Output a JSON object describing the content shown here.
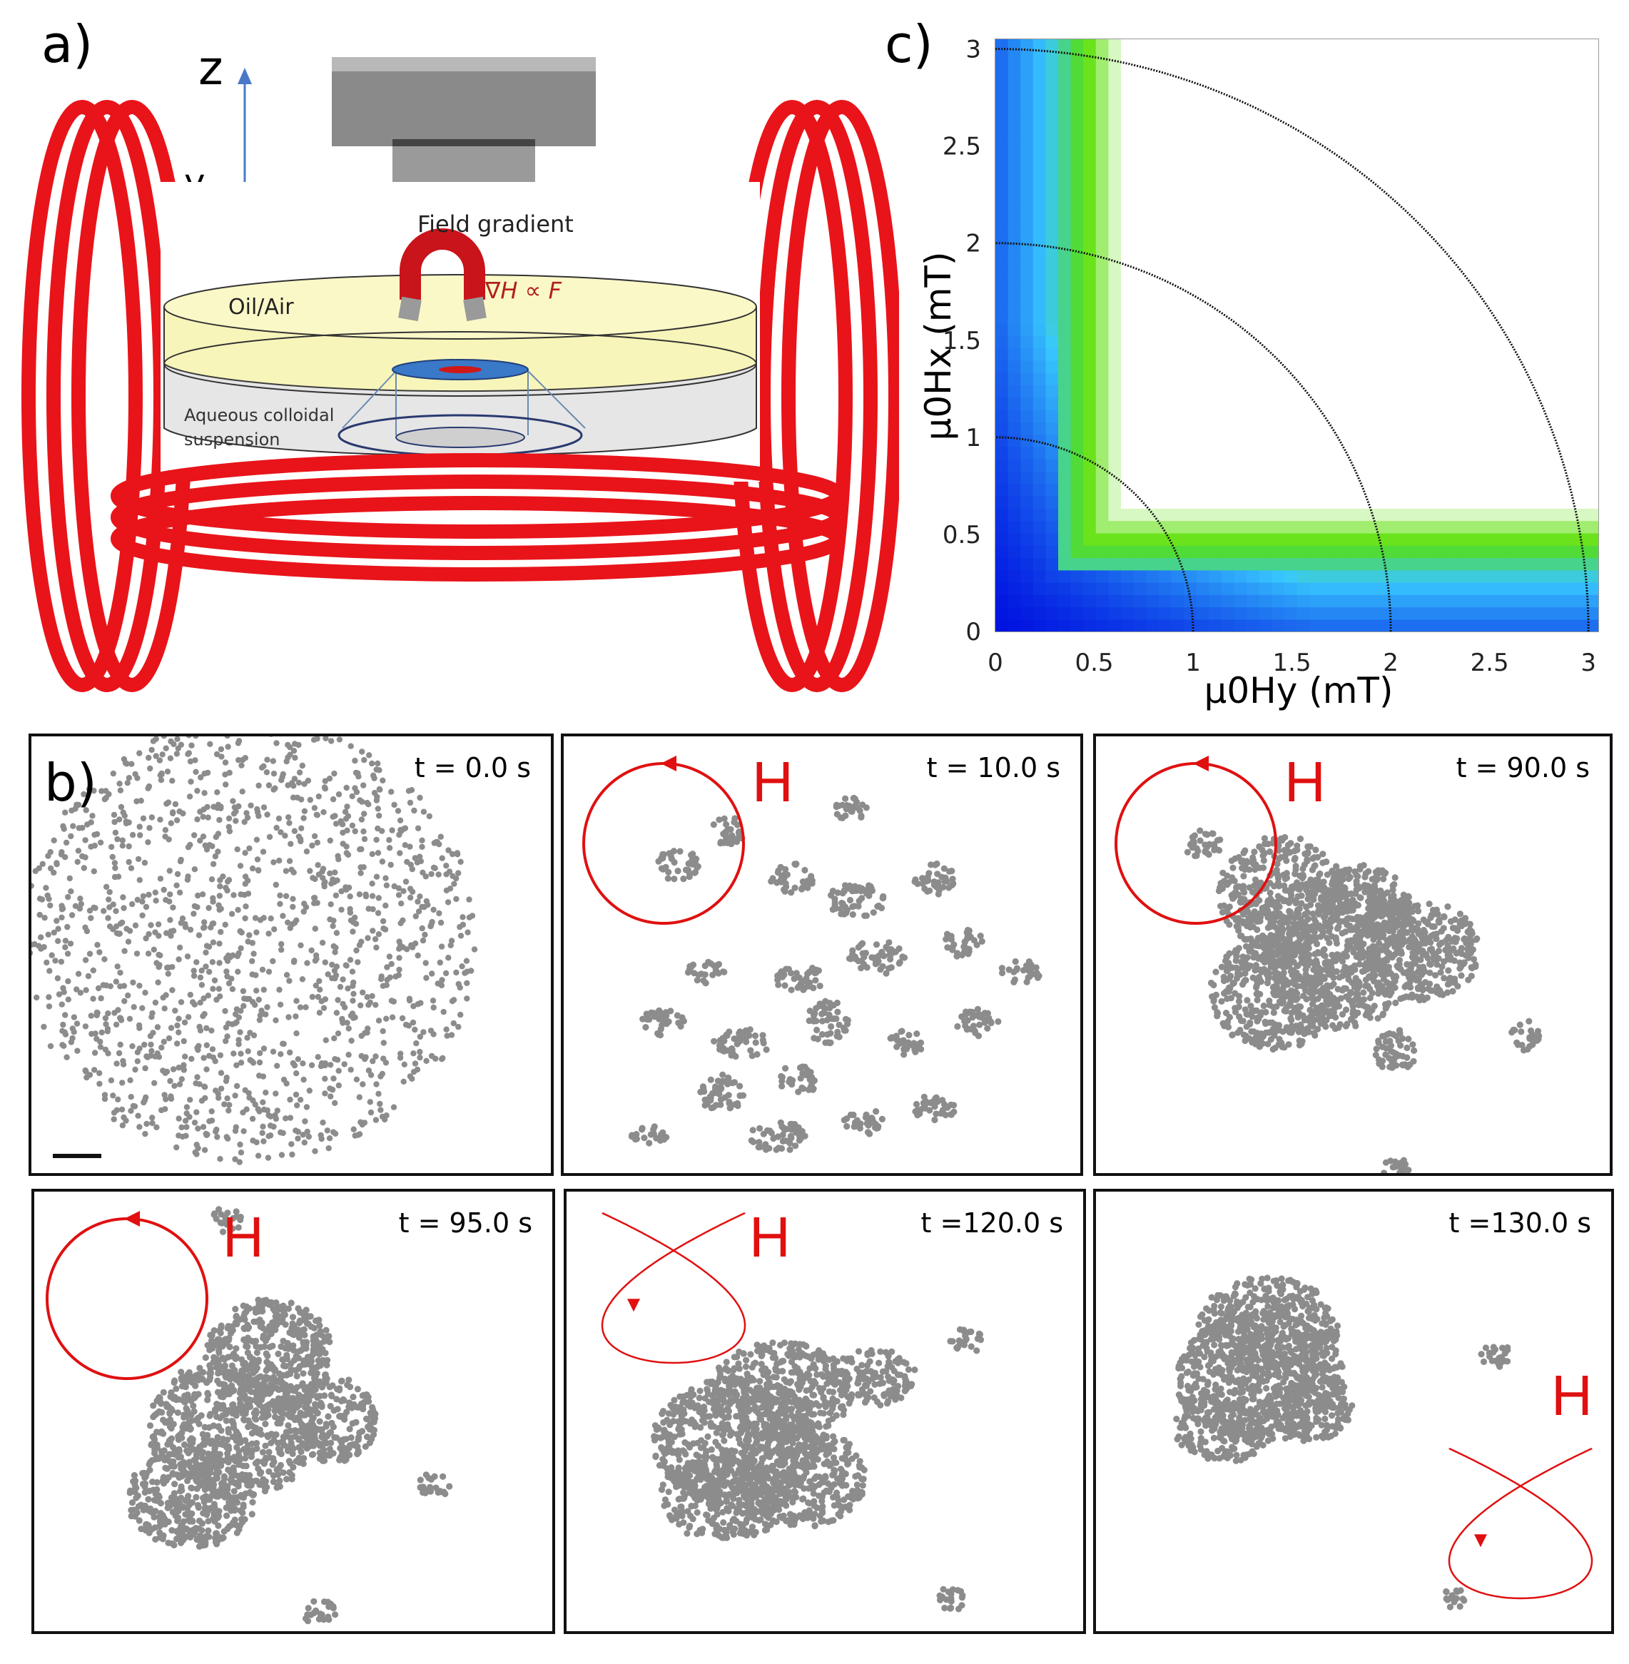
{
  "panel_a": {
    "label": "a)",
    "axis_z": "z",
    "axis_y": "y",
    "magnet_label": "Field gradient",
    "formula": "∇H ∝ F",
    "oil_label": "Oil/Air",
    "aqueous_line1": "Aqueous colloidal",
    "aqueous_line2": "suspension",
    "coil_color": "#e8141a",
    "oil_color": "#faf6b8",
    "water_color": "#e6e6e6"
  },
  "panel_b": {
    "label": "b)",
    "field_label": "H",
    "frames": [
      {
        "time": "t = 0.0 s",
        "field": "none"
      },
      {
        "time": "t = 10.0 s",
        "field": "circle"
      },
      {
        "time": "t = 90.0 s",
        "field": "circle"
      },
      {
        "time": "t = 95.0 s",
        "field": "circle"
      },
      {
        "time": "t =120.0 s",
        "field": "lissajous"
      },
      {
        "time": "t =130.0 s",
        "field": "lissajous"
      }
    ],
    "particle_color": "#8c8c8c",
    "field_color": "#e01010"
  },
  "panel_c": {
    "label": "c)",
    "chart_data": {
      "type": "heatmap",
      "xlabel": "μ0Hy (mT)",
      "ylabel": "μ0Hx (mT)",
      "xlim": [
        0,
        3.05
      ],
      "ylim": [
        0,
        3.05
      ],
      "xticks": [
        0,
        0.5,
        1,
        1.5,
        2,
        2.5,
        3
      ],
      "yticks": [
        0,
        0.5,
        1,
        1.5,
        2,
        2.5,
        3
      ],
      "xtick_labels": [
        "0",
        "0.5",
        "1",
        "1.5",
        "2",
        "2.5",
        "3"
      ],
      "ytick_labels": [
        "0",
        "0.5",
        "1",
        "1.5",
        "2",
        "2.5",
        "3"
      ],
      "contour_radii": [
        1,
        2,
        3
      ],
      "colors": {
        "low": "#0010e0",
        "mid": "#38c8ff",
        "peak": "#58e000",
        "high": "#ffffff"
      }
    }
  }
}
